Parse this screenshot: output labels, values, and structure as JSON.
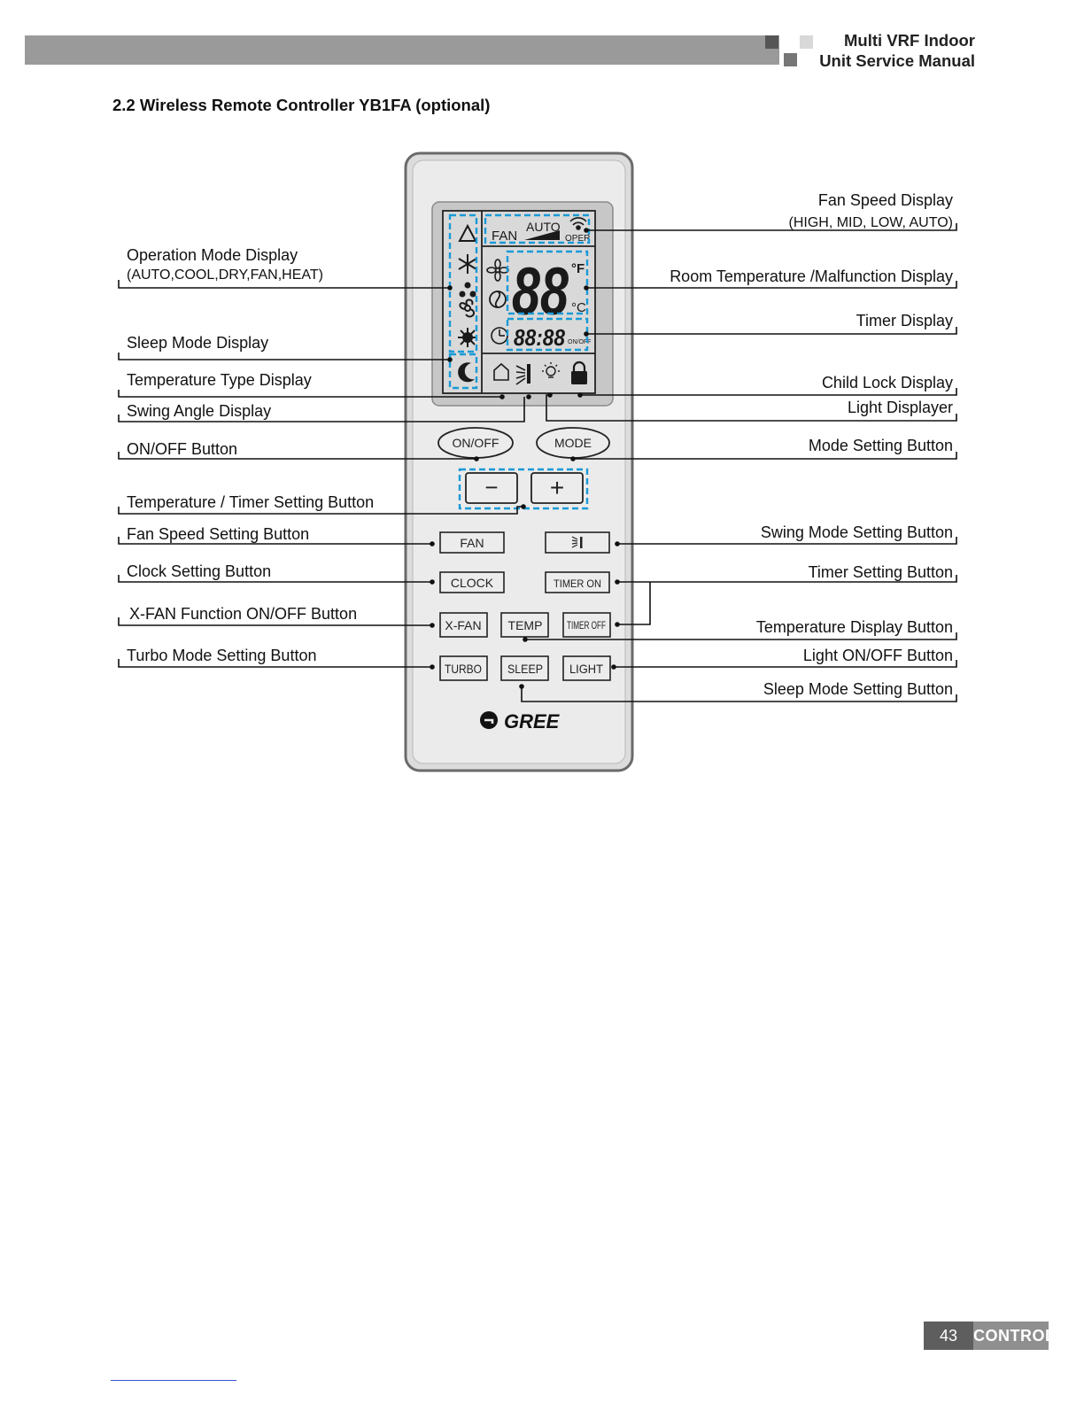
{
  "header": {
    "title_line1": "Multi VRF Indoor",
    "title_line2": "Unit Service Manual"
  },
  "section_title": "2.2 Wireless Remote Controller YB1FA (optional)",
  "labels_left": {
    "operation_mode": "Operation Mode Display",
    "operation_mode_sub": "(AUTO,COOL,DRY,FAN,HEAT)",
    "sleep_mode": "Sleep Mode Display",
    "temp_type": "Temperature Type Display",
    "swing_angle": "Swing Angle Display",
    "onoff_button": "ON/OFF Button",
    "temp_timer_button": "Temperature / Timer Setting Button",
    "fan_speed_button": "Fan Speed Setting Button",
    "clock_button": "Clock Setting Button",
    "xfan_button": "X-FAN Function ON/OFF Button",
    "turbo_button": "Turbo Mode Setting Button"
  },
  "labels_right": {
    "fan_speed_display": "Fan Speed Display",
    "fan_speed_display_sub": "(HIGH, MID, LOW, AUTO)",
    "room_temp_display": "Room Temperature /Malfunction Display",
    "timer_display": "Timer Display",
    "child_lock": "Child Lock Display",
    "light_display": "Light Displayer",
    "mode_button": "Mode Setting Button",
    "swing_button": "Swing Mode Setting Button",
    "timer_button": "Timer Setting Button",
    "temp_display_button": "Temperature Display Button",
    "light_button": "Light ON/OFF Button",
    "sleep_button": "Sleep Mode Setting Button"
  },
  "remote": {
    "lcd": {
      "fan": "FAN",
      "auto": "AUTO",
      "oper": "OPER",
      "temp_digits": "88",
      "unit_f": "°F",
      "unit_c": "°C",
      "timer_digits": "88:88",
      "onoff_small": "ON/OFF"
    },
    "buttons": {
      "onoff": "ON/OFF",
      "mode": "MODE",
      "minus": "−",
      "plus": "+",
      "fan": "FAN",
      "clock": "CLOCK",
      "timer_on": "TIMER ON",
      "xfan": "X-FAN",
      "temp": "TEMP",
      "timer_off": "TIMER OFF",
      "turbo": "TURBO",
      "sleep": "SLEEP",
      "light": "LIGHT"
    },
    "brand": "GREE"
  },
  "footer": {
    "page_number": "43",
    "section_tag": "CONTROL"
  },
  "colors": {
    "highlight_dash": "#1a9ad6",
    "header_bar": "#9a9a9a"
  }
}
